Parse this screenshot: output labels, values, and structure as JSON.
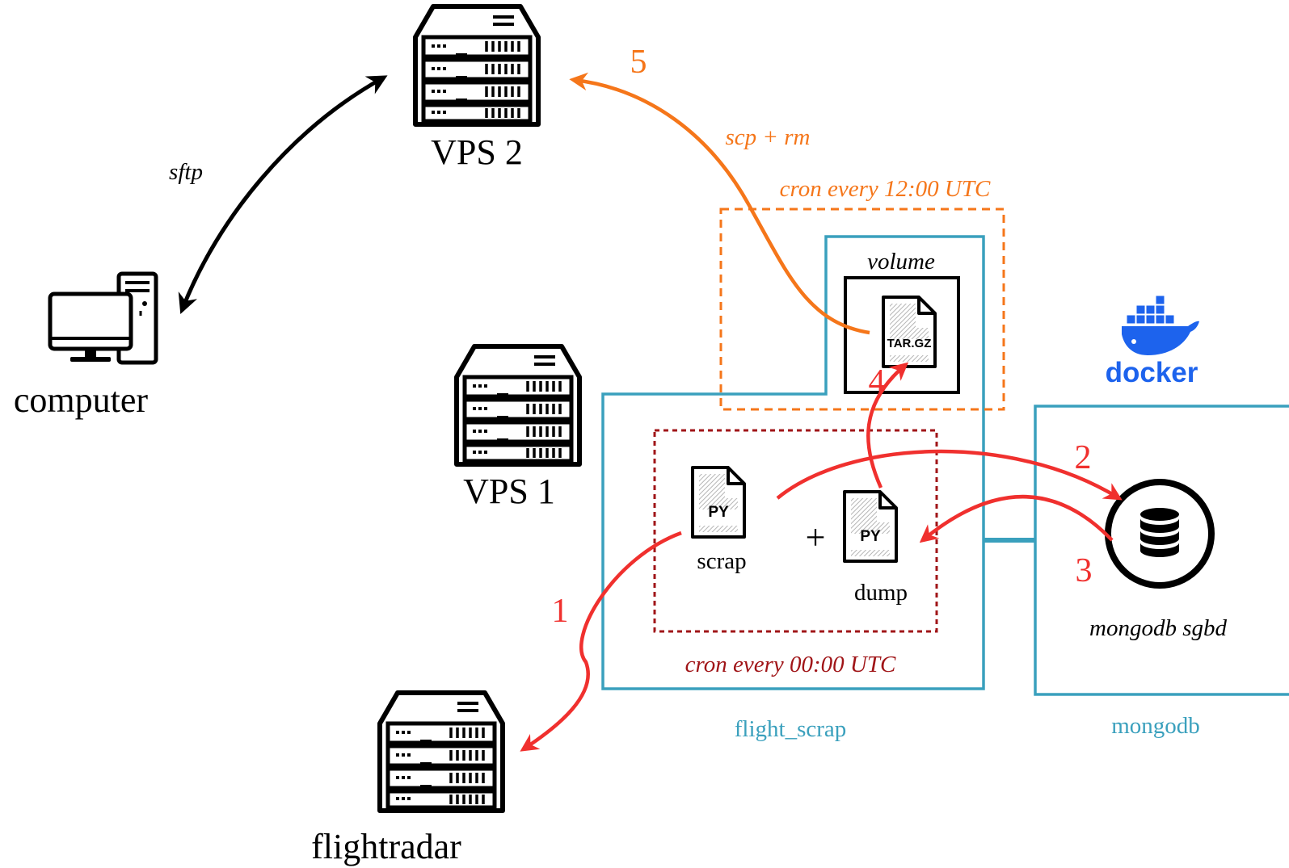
{
  "nodes": {
    "vps2": "VPS 2",
    "vps1": "VPS 1",
    "computer": "computer",
    "flightradar": "flightradar",
    "scrap": "scrap",
    "dump": "dump",
    "mongodb_sgbd": "mongodb sgbd",
    "volume": "volume"
  },
  "files": {
    "scrap_ext": "PY",
    "dump_ext": "PY",
    "archive_ext": "TAR.GZ"
  },
  "containers": {
    "flight_scrap": "flight_scrap",
    "mongodb": "mongodb",
    "docker_logo": "docker"
  },
  "crons": {
    "midnight": "cron every 00:00 UTC",
    "noon": "cron every 12:00 UTC"
  },
  "edges": {
    "sftp": "sftp",
    "scp": "scp + rm",
    "plus": "+",
    "step1": "1",
    "step2": "2",
    "step3": "3",
    "step4": "4",
    "step5": "5"
  },
  "colors": {
    "teal": "#3aa0bd",
    "red": "#f0302e",
    "darkred": "#a01518",
    "orange": "#f5761a",
    "docker_blue": "#1d63ed",
    "black": "#000000"
  }
}
